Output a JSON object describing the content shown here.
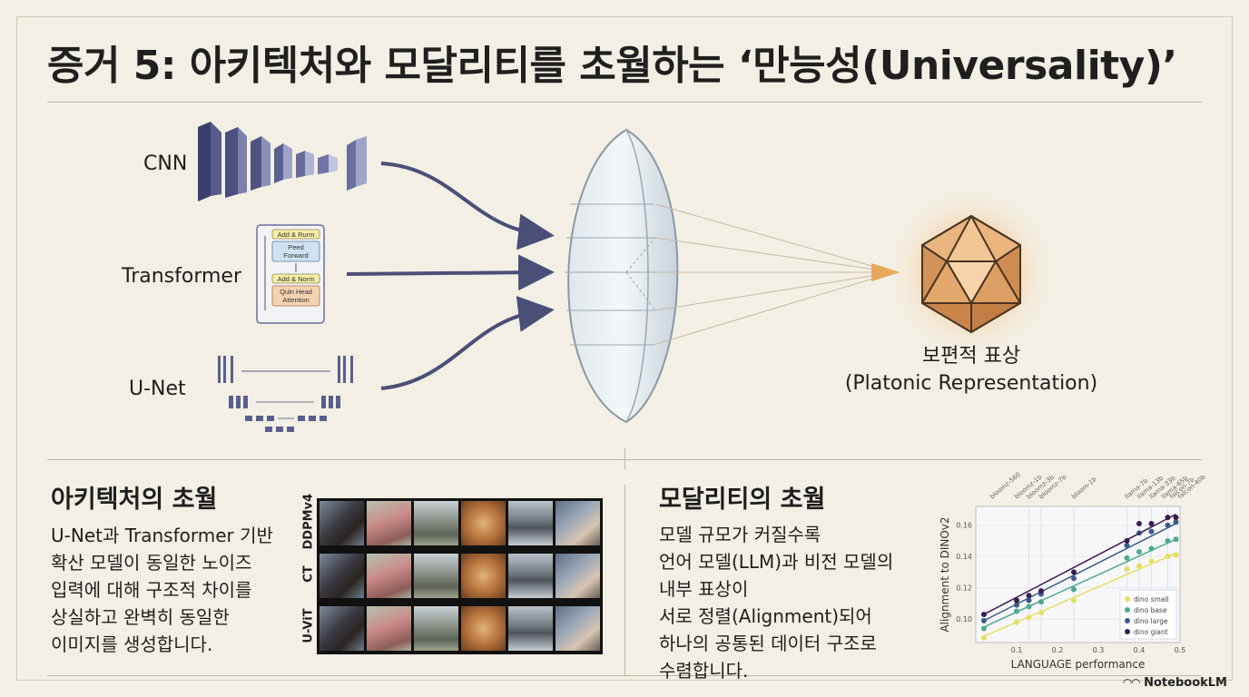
{
  "title": "증거 5: 아키텍처와 모달리티를 초월하는 ‘만능성(Universality)’",
  "architectures": [
    {
      "label": "CNN"
    },
    {
      "label": "Transformer"
    },
    {
      "label": "U-Net"
    }
  ],
  "transformer_block": {
    "add_norm_top": "Add & Rurm",
    "feed_forward_1": "Peed",
    "feed_forward_2": "Forward",
    "add_norm_bottom": "Add & Norm",
    "attention_1": "Quln Head",
    "attention_2": "Attention"
  },
  "platonic": {
    "line1": "보편적 표상",
    "line2": "(Platonic Representation)"
  },
  "left_section": {
    "heading": "아키텍처의 초월",
    "body": "U-Net과 Transformer 기반\n확산 모델이 동일한 노이즈\n입력에 대해 구조적 차이를\n상실하고 완벽히 동일한\n이미지를 생성합니다.",
    "row_labels": [
      "DDPMv4",
      "CT",
      "U-ViT"
    ]
  },
  "right_section": {
    "heading": "모달리티의 초월",
    "body": "모델 규모가 커질수록\n언어 모델(LLM)과 비전 모델의\n내부 표상이\n서로 정렬(Alignment)되어\n하나의 공통된 데이터 구조로\n수렴합니다."
  },
  "colors": {
    "background": "#f3efe4",
    "accent_orange": "#e8a75a",
    "navy": "#4a4f78"
  },
  "brand": "NotebookLM",
  "chart_data": {
    "type": "scatter",
    "xlabel": "LANGUAGE performance",
    "ylabel": "Alignment to DINOv2",
    "xlim": [
      0.0,
      0.5
    ],
    "ylim": [
      0.085,
      0.172
    ],
    "x_ticks": [
      "0.1",
      "0.2",
      "0.3",
      "0.4",
      "0.5"
    ],
    "y_ticks": [
      "0.10",
      "0.12",
      "0.14",
      "0.16"
    ],
    "top_labels": [
      "bloomz-560",
      "bloomz-1b",
      "bloomz-3b",
      "bloomz-7b",
      "bloom-1b",
      "llama-7b",
      "llama-13b",
      "llama-33b",
      "llama-65b",
      "falcon-7b",
      "falcon-40b"
    ],
    "legend_position": "bottom-right",
    "series": [
      {
        "name": "dino small",
        "color": "#e3df62",
        "x": [
          0.02,
          0.1,
          0.13,
          0.16,
          0.24,
          0.37,
          0.4,
          0.43,
          0.47,
          0.49
        ],
        "y": [
          0.088,
          0.098,
          0.101,
          0.104,
          0.112,
          0.132,
          0.134,
          0.137,
          0.14,
          0.141
        ],
        "fit": [
          [
            0.02,
            0.089
          ],
          [
            0.49,
            0.142
          ]
        ]
      },
      {
        "name": "dino base",
        "color": "#4fa98d",
        "x": [
          0.02,
          0.1,
          0.13,
          0.16,
          0.24,
          0.37,
          0.4,
          0.43,
          0.47,
          0.49
        ],
        "y": [
          0.094,
          0.105,
          0.108,
          0.111,
          0.119,
          0.139,
          0.143,
          0.145,
          0.15,
          0.151
        ],
        "fit": [
          [
            0.02,
            0.095
          ],
          [
            0.49,
            0.151
          ]
        ]
      },
      {
        "name": "dino large",
        "color": "#3b5c8a",
        "x": [
          0.02,
          0.1,
          0.13,
          0.16,
          0.24,
          0.37,
          0.4,
          0.43,
          0.47,
          0.49
        ],
        "y": [
          0.099,
          0.109,
          0.112,
          0.116,
          0.126,
          0.147,
          0.155,
          0.156,
          0.16,
          0.162
        ],
        "fit": [
          [
            0.02,
            0.099
          ],
          [
            0.49,
            0.161
          ]
        ]
      },
      {
        "name": "dino giant",
        "color": "#3b1c4f",
        "x": [
          0.02,
          0.1,
          0.13,
          0.16,
          0.24,
          0.37,
          0.4,
          0.43,
          0.47,
          0.49
        ],
        "y": [
          0.103,
          0.112,
          0.115,
          0.118,
          0.13,
          0.15,
          0.161,
          0.161,
          0.165,
          0.165
        ],
        "fit": [
          [
            0.02,
            0.103
          ],
          [
            0.49,
            0.167
          ]
        ]
      }
    ]
  }
}
